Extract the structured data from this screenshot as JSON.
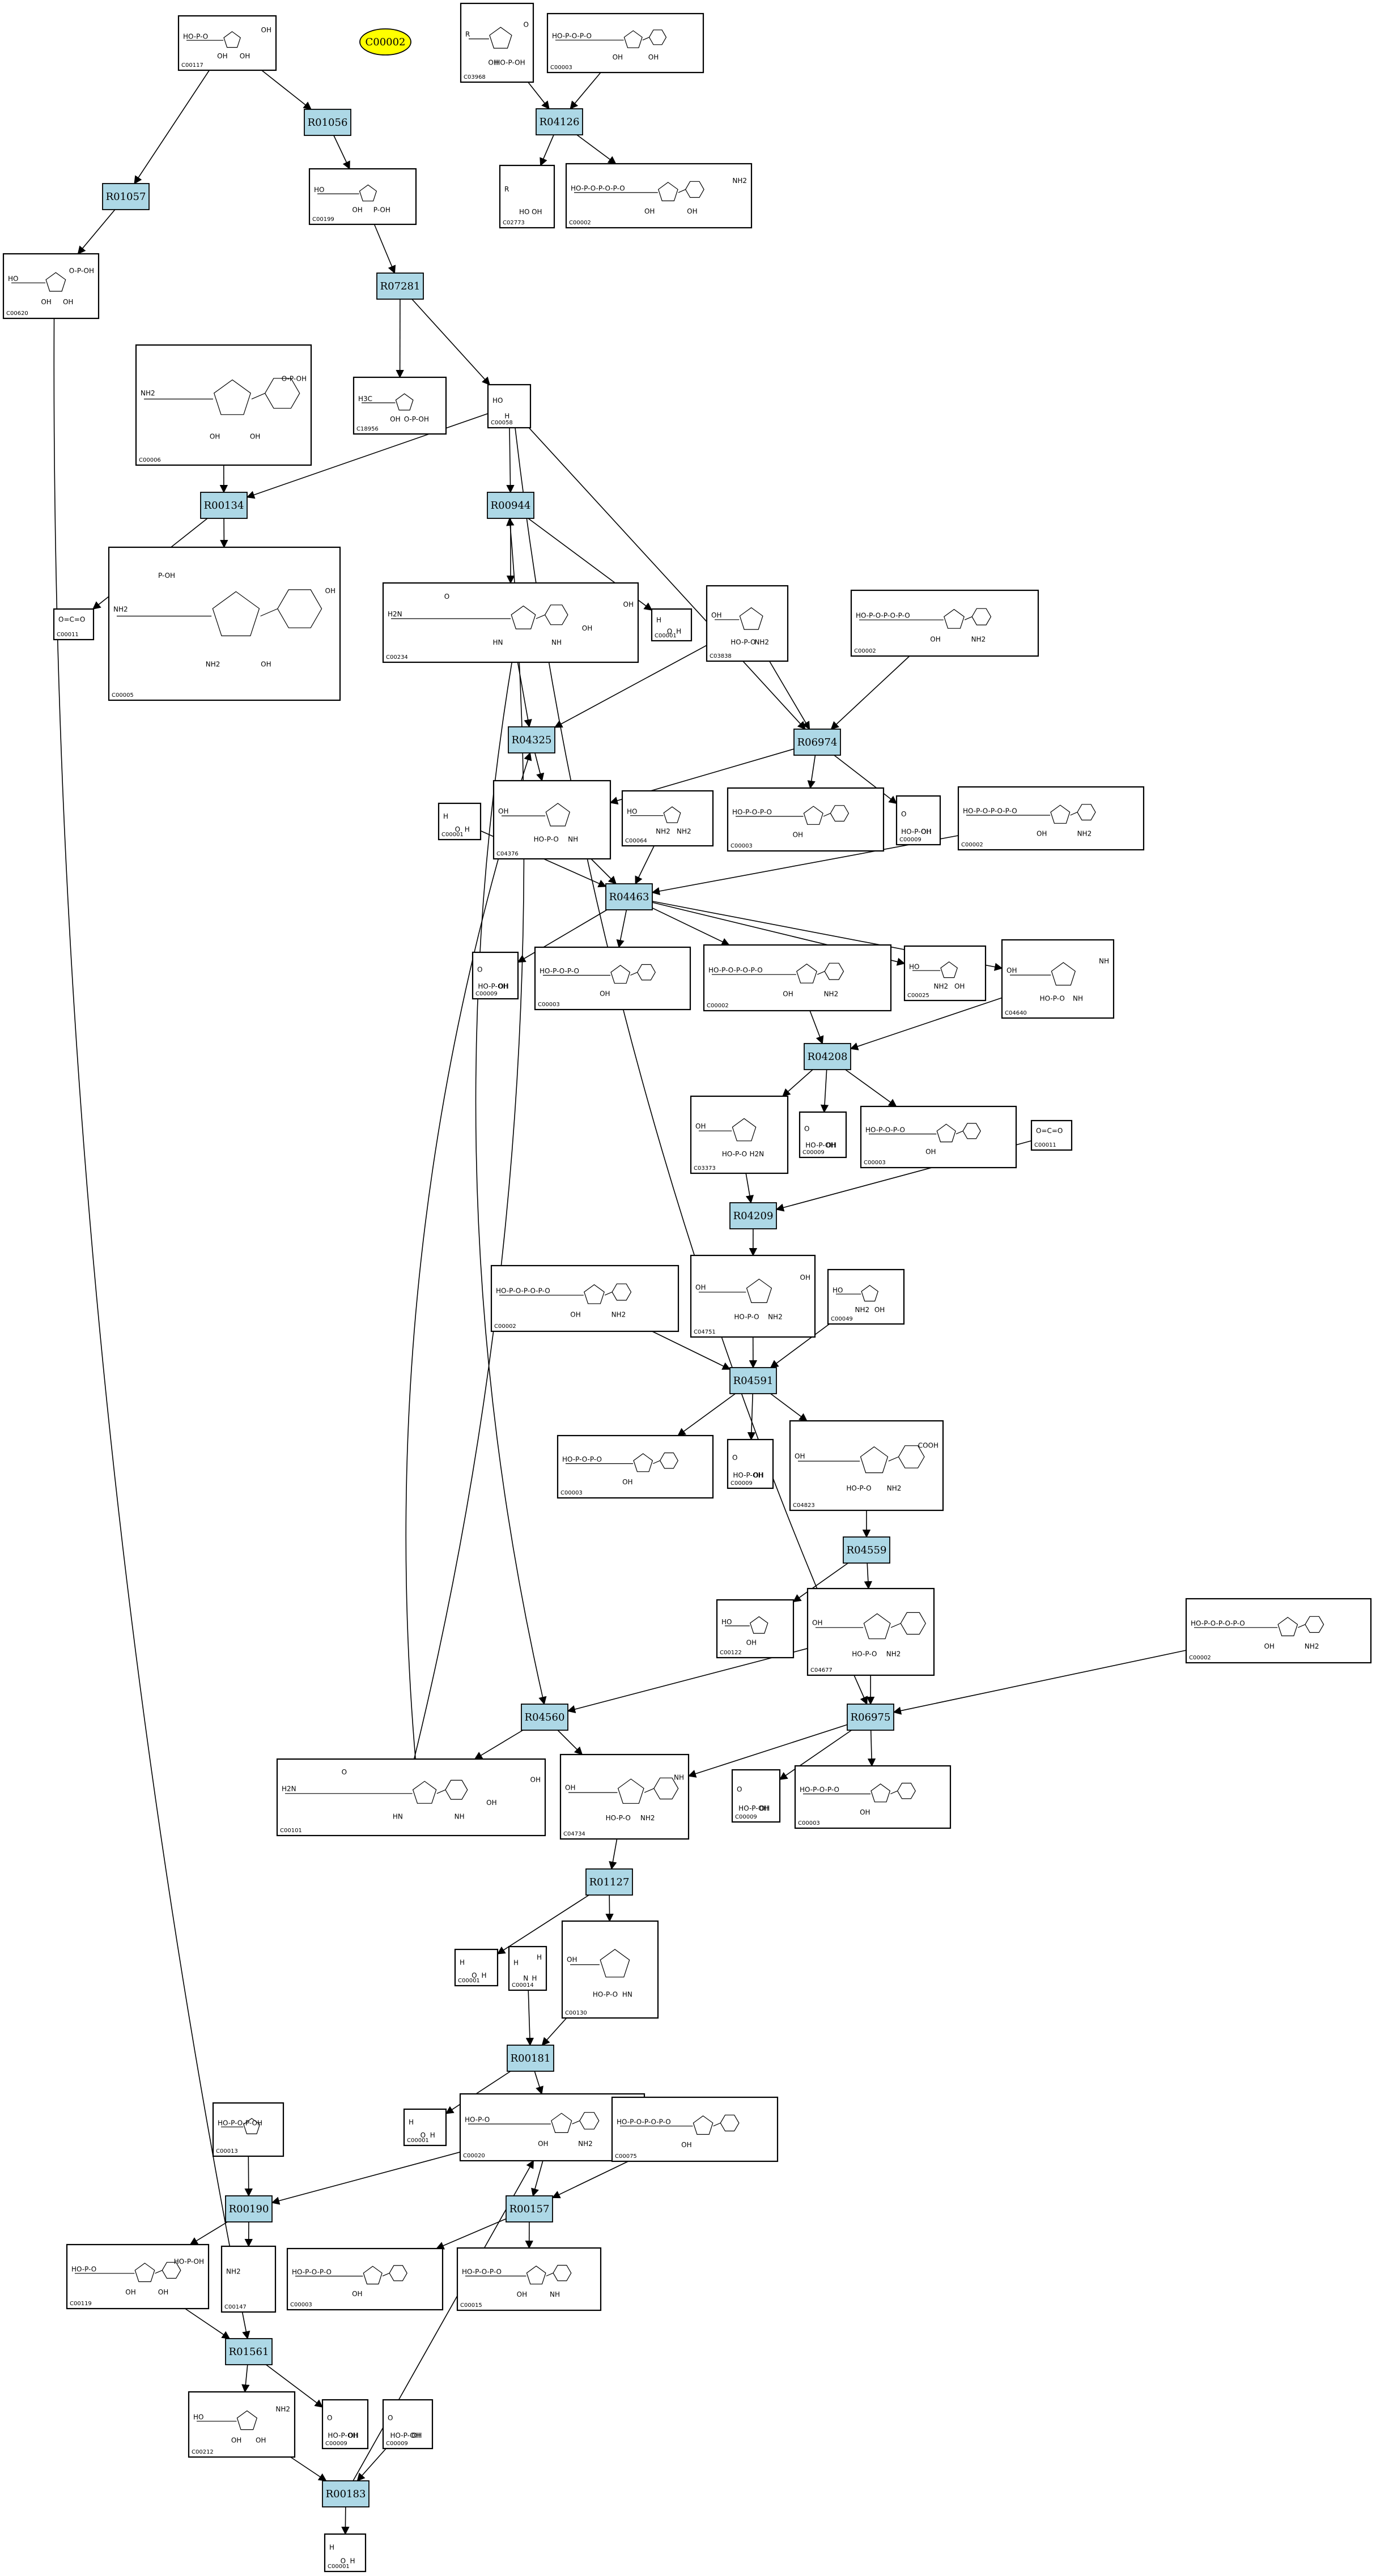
{
  "root_compound": "C00002",
  "compounds": [
    {
      "key": "C00117",
      "id": "C00117",
      "labels": [
        "HO-P-O",
        "OH",
        "OH",
        "OH"
      ]
    },
    {
      "key": "C03968",
      "id": "C03968",
      "labels": [
        "R",
        "OH",
        "HO-P-OH",
        "O"
      ]
    },
    {
      "key": "C00003",
      "id": "C00003",
      "labels": [
        "HO-P-O-P-O",
        "OH",
        "OH"
      ]
    },
    {
      "key": "C00199",
      "id": "C00199",
      "labels": [
        "HO",
        "OH",
        "P-OH"
      ]
    },
    {
      "key": "C00620",
      "id": "C00620",
      "labels": [
        "HO",
        "OH",
        "OH",
        "O-P-OH"
      ]
    },
    {
      "key": "C02773",
      "id": "C02773",
      "labels": [
        "R",
        "HO",
        "OH"
      ]
    },
    {
      "key": "C00002a",
      "id": "C00002",
      "labels": [
        "HO-P-O-P-O-P-O",
        "OH",
        "OH",
        "NH2"
      ]
    },
    {
      "key": "C00006",
      "id": "C00006",
      "labels": [
        "NH2",
        "OH",
        "OH",
        "O-P-OH"
      ]
    },
    {
      "key": "C18956",
      "id": "C18956",
      "labels": [
        "H3C",
        "OH",
        "O-P-OH"
      ]
    },
    {
      "key": "C00058",
      "id": "C00058",
      "labels": [
        "HO",
        "H"
      ]
    },
    {
      "key": "C00011a",
      "id": "C00011",
      "labels": [
        "O=C=O"
      ]
    },
    {
      "key": "C00005",
      "id": "C00005",
      "labels": [
        "NH2",
        "NH2",
        "OH",
        "OH",
        "P-OH"
      ]
    },
    {
      "key": "C00234",
      "id": "C00234",
      "labels": [
        "H2N",
        "HN",
        "NH",
        "OH",
        "O",
        "OH"
      ]
    },
    {
      "key": "C00001a",
      "id": "C00001",
      "labels": [
        "H",
        "O",
        "H"
      ]
    },
    {
      "key": "C03838",
      "id": "C03838",
      "labels": [
        "OH",
        "HO-P-O",
        "NH2"
      ]
    },
    {
      "key": "C00002b",
      "id": "C00002",
      "labels": [
        "HO-P-O-P-O-P-O",
        "OH",
        "NH2"
      ]
    },
    {
      "key": "C00001b",
      "id": "C00001",
      "labels": [
        "H",
        "O",
        "H"
      ]
    },
    {
      "key": "C04376",
      "id": "C04376",
      "labels": [
        "OH",
        "HO-P-O",
        "NH"
      ]
    },
    {
      "key": "C00064",
      "id": "C00064",
      "labels": [
        "HO",
        "NH2",
        "NH2"
      ]
    },
    {
      "key": "C00003b",
      "id": "C00003",
      "labels": [
        "HO-P-O-P-O",
        "OH"
      ]
    },
    {
      "key": "C00009a",
      "id": "C00009",
      "labels": [
        "O",
        "HO-P-OH",
        "OH"
      ]
    },
    {
      "key": "C00002c",
      "id": "C00002",
      "labels": [
        "HO-P-O-P-O-P-O",
        "OH",
        "NH2"
      ]
    },
    {
      "key": "C00009b",
      "id": "C00009",
      "labels": [
        "O",
        "HO-P-OH",
        "OH"
      ]
    },
    {
      "key": "C00003c",
      "id": "C00003",
      "labels": [
        "HO-P-O-P-O",
        "OH"
      ]
    },
    {
      "key": "C00002d",
      "id": "C00002",
      "labels": [
        "HO-P-O-P-O-P-O",
        "OH",
        "NH2"
      ]
    },
    {
      "key": "C00025",
      "id": "C00025",
      "labels": [
        "HO",
        "NH2",
        "OH"
      ]
    },
    {
      "key": "C04640",
      "id": "C04640",
      "labels": [
        "OH",
        "HO-P-O",
        "NH",
        "NH"
      ]
    },
    {
      "key": "C03373",
      "id": "C03373",
      "labels": [
        "OH",
        "HO-P-O",
        "H2N"
      ]
    },
    {
      "key": "C00009c",
      "id": "C00009",
      "labels": [
        "O",
        "HO-P-OH",
        "OH"
      ]
    },
    {
      "key": "C00003d",
      "id": "C00003",
      "labels": [
        "HO-P-O-P-O",
        "OH"
      ]
    },
    {
      "key": "C00011b",
      "id": "C00011",
      "labels": [
        "O=C=O"
      ]
    },
    {
      "key": "C00002e",
      "id": "C00002",
      "labels": [
        "HO-P-O-P-O-P-O",
        "OH",
        "NH2"
      ]
    },
    {
      "key": "C04751",
      "id": "C04751",
      "labels": [
        "OH",
        "HO-P-O",
        "NH2",
        "OH"
      ]
    },
    {
      "key": "C00049",
      "id": "C00049",
      "labels": [
        "HO",
        "NH2",
        "OH"
      ]
    },
    {
      "key": "C00003e",
      "id": "C00003",
      "labels": [
        "HO-P-O-P-O",
        "OH"
      ]
    },
    {
      "key": "C00009d",
      "id": "C00009",
      "labels": [
        "O",
        "HO-P-OH",
        "OH"
      ]
    },
    {
      "key": "C04823",
      "id": "C04823",
      "labels": [
        "OH",
        "HO-P-O",
        "NH2",
        "COOH"
      ]
    },
    {
      "key": "C00122",
      "id": "C00122",
      "labels": [
        "HO",
        "OH"
      ]
    },
    {
      "key": "C04677",
      "id": "C04677",
      "labels": [
        "OH",
        "HO-P-O",
        "NH2"
      ]
    },
    {
      "key": "C00002f",
      "id": "C00002",
      "labels": [
        "HO-P-O-P-O-P-O",
        "OH",
        "NH2"
      ]
    },
    {
      "key": "C00101",
      "id": "C00101",
      "labels": [
        "H2N",
        "HN",
        "NH",
        "OH",
        "O",
        "OH"
      ]
    },
    {
      "key": "C04734",
      "id": "C04734",
      "labels": [
        "OH",
        "HO-P-O",
        "NH2",
        "NH"
      ]
    },
    {
      "key": "C00009e",
      "id": "C00009",
      "labels": [
        "O",
        "HO-P-OH",
        "OH"
      ]
    },
    {
      "key": "C00003f",
      "id": "C00003",
      "labels": [
        "HO-P-O-P-O",
        "OH"
      ]
    },
    {
      "key": "C00001c",
      "id": "C00001",
      "labels": [
        "H",
        "O",
        "H"
      ]
    },
    {
      "key": "C00014",
      "id": "C00014",
      "labels": [
        "H",
        "N",
        "H",
        "H"
      ]
    },
    {
      "key": "C00130",
      "id": "C00130",
      "labels": [
        "OH",
        "HO-P-O",
        "HN"
      ]
    },
    {
      "key": "C00013",
      "id": "C00013",
      "labels": [
        "HO-P-O-P-OH"
      ]
    },
    {
      "key": "C00001d",
      "id": "C00001",
      "labels": [
        "H",
        "O",
        "H"
      ]
    },
    {
      "key": "C00020",
      "id": "C00020",
      "labels": [
        "HO-P-O",
        "OH",
        "NH2"
      ]
    },
    {
      "key": "C00075",
      "id": "C00075",
      "labels": [
        "HO-P-O-P-O-P-O",
        "OH"
      ]
    },
    {
      "key": "C00119",
      "id": "C00119",
      "labels": [
        "HO-P-O",
        "OH",
        "OH",
        "HO-P-OH"
      ]
    },
    {
      "key": "C00147",
      "id": "C00147",
      "labels": [
        "NH2"
      ]
    },
    {
      "key": "C00003g",
      "id": "C00003",
      "labels": [
        "HO-P-O-P-O",
        "OH"
      ]
    },
    {
      "key": "C00015",
      "id": "C00015",
      "labels": [
        "HO-P-O-P-O",
        "OH",
        "NH"
      ]
    },
    {
      "key": "C00212",
      "id": "C00212",
      "labels": [
        "HO",
        "OH",
        "OH",
        "NH2"
      ]
    },
    {
      "key": "C00009f",
      "id": "C00009",
      "labels": [
        "O",
        "HO-P-OH",
        "OH"
      ]
    },
    {
      "key": "C00009g",
      "id": "C00009",
      "labels": [
        "O",
        "HO-P-OH",
        "OH"
      ]
    },
    {
      "key": "C00001e",
      "id": "C00001",
      "labels": [
        "H",
        "O",
        "H"
      ]
    }
  ],
  "reactions": [
    {
      "key": "R01056",
      "label": "R01056"
    },
    {
      "key": "R04126",
      "label": "R04126"
    },
    {
      "key": "R01057",
      "label": "R01057"
    },
    {
      "key": "R07281",
      "label": "R07281"
    },
    {
      "key": "R00134",
      "label": "R00134"
    },
    {
      "key": "R00944",
      "label": "R00944"
    },
    {
      "key": "R04325",
      "label": "R04325"
    },
    {
      "key": "R06974",
      "label": "R06974"
    },
    {
      "key": "R04463",
      "label": "R04463"
    },
    {
      "key": "R04208",
      "label": "R04208"
    },
    {
      "key": "R04209",
      "label": "R04209"
    },
    {
      "key": "R04591",
      "label": "R04591"
    },
    {
      "key": "R04559",
      "label": "R04559"
    },
    {
      "key": "R04560",
      "label": "R04560"
    },
    {
      "key": "R06975",
      "label": "R06975"
    },
    {
      "key": "R01127",
      "label": "R01127"
    },
    {
      "key": "R00181",
      "label": "R00181"
    },
    {
      "key": "R00190",
      "label": "R00190"
    },
    {
      "key": "R00157",
      "label": "R00157"
    },
    {
      "key": "R01561",
      "label": "R01561"
    },
    {
      "key": "R00183",
      "label": "R00183"
    }
  ],
  "edges": [
    [
      "C00117",
      "R01056"
    ],
    [
      "C00117",
      "R01057"
    ],
    [
      "R01056",
      "C00199"
    ],
    [
      "R01057",
      "C00620"
    ],
    [
      "C03968",
      "R04126"
    ],
    [
      "C00003",
      "R04126"
    ],
    [
      "R04126",
      "C02773"
    ],
    [
      "R04126",
      "C00002a"
    ],
    [
      "C00199",
      "R07281"
    ],
    [
      "R07281",
      "C18956"
    ],
    [
      "R07281",
      "C00058"
    ],
    [
      "C00006",
      "R00134"
    ],
    [
      "C00058",
      "R00134"
    ],
    [
      "R00134",
      "C00011a"
    ],
    [
      "R00134",
      "C00005"
    ],
    [
      "C00058",
      "R00944"
    ],
    [
      "R00944",
      "C00234"
    ],
    [
      "R00944",
      "C00001a"
    ],
    [
      "C00058",
      "R06974"
    ],
    [
      "C00058",
      "R06975"
    ],
    [
      "C03838",
      "R04325"
    ],
    [
      "C00234",
      "R04325"
    ],
    [
      "C03838",
      "R06974"
    ],
    [
      "C00002b",
      "R06974"
    ],
    [
      "R04325",
      "C04376"
    ],
    [
      "R06974",
      "C04376"
    ],
    [
      "R06974",
      "C00003b"
    ],
    [
      "R06974",
      "C00009a"
    ],
    [
      "C04376",
      "R04463"
    ],
    [
      "C00064",
      "R04463"
    ],
    [
      "C00001b",
      "R04463"
    ],
    [
      "C00002c",
      "R04463"
    ],
    [
      "R04463",
      "C00009b"
    ],
    [
      "R04463",
      "C00003c"
    ],
    [
      "R04463",
      "C00002d"
    ],
    [
      "R04463",
      "C00025"
    ],
    [
      "R04463",
      "C04640"
    ],
    [
      "C00002d",
      "R04208"
    ],
    [
      "C04640",
      "R04208"
    ],
    [
      "R04208",
      "C03373"
    ],
    [
      "R04208",
      "C00009c"
    ],
    [
      "R04208",
      "C00003d"
    ],
    [
      "C03373",
      "R04209"
    ],
    [
      "C00011b",
      "R04209"
    ],
    [
      "R04209",
      "C04751"
    ],
    [
      "C00002e",
      "R04591"
    ],
    [
      "C04751",
      "R04591"
    ],
    [
      "C00049",
      "R04591"
    ],
    [
      "R04591",
      "C00003e"
    ],
    [
      "R04591",
      "C00009d"
    ],
    [
      "R04591",
      "C04823"
    ],
    [
      "C04823",
      "R04559"
    ],
    [
      "R04559",
      "C00122"
    ],
    [
      "R04559",
      "C04677"
    ],
    [
      "C04677",
      "R04560"
    ],
    [
      "C00234",
      "R04560"
    ],
    [
      "C04677",
      "R06975"
    ],
    [
      "C00002f",
      "R06975"
    ],
    [
      "R04560",
      "C00101"
    ],
    [
      "R04560",
      "C04734"
    ],
    [
      "R06975",
      "C04734"
    ],
    [
      "R06975",
      "C00009e"
    ],
    [
      "R06975",
      "C00003f"
    ],
    [
      "C00101",
      "R00944"
    ],
    [
      "C00101",
      "R04325"
    ],
    [
      "C04734",
      "R01127"
    ],
    [
      "R01127",
      "C00001c"
    ],
    [
      "R01127",
      "C00130"
    ],
    [
      "C00130",
      "R00181"
    ],
    [
      "C00014",
      "R00181"
    ],
    [
      "R00181",
      "C00001d"
    ],
    [
      "R00181",
      "C00020"
    ],
    [
      "C00013",
      "R00190"
    ],
    [
      "C00020",
      "R00190"
    ],
    [
      "C00020",
      "R00157"
    ],
    [
      "C00075",
      "R00157"
    ],
    [
      "R00190",
      "C00119"
    ],
    [
      "R00190",
      "C00147"
    ],
    [
      "R00157",
      "C00003g"
    ],
    [
      "R00157",
      "C00015"
    ],
    [
      "C00119",
      "R01561"
    ],
    [
      "C00620",
      "R01561"
    ],
    [
      "R01561",
      "C00212"
    ],
    [
      "R01561",
      "C00009f"
    ],
    [
      "C00212",
      "R00183"
    ],
    [
      "C00009g",
      "R00183"
    ],
    [
      "R00183",
      "C00001e"
    ],
    [
      "R00183",
      "C00020"
    ]
  ]
}
